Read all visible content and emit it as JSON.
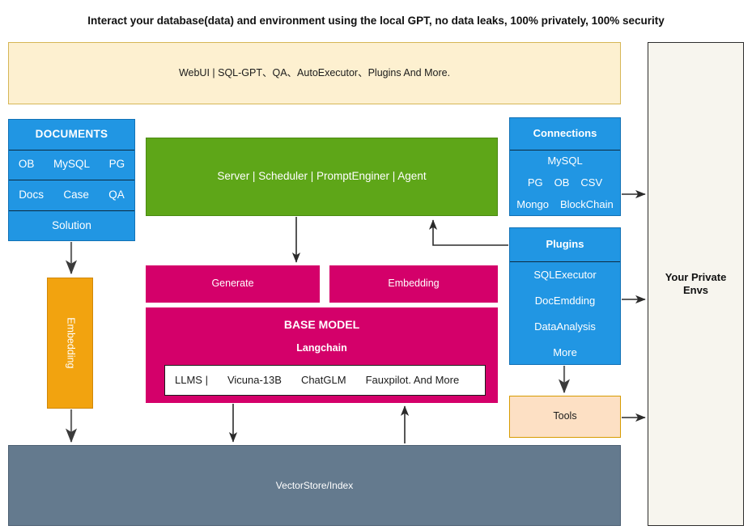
{
  "page_title": "Interact your database(data) and environment using the local GPT, no data leaks, 100% privately, 100% security",
  "banner": {
    "webui_label": "WebUI | SQL-GPT、QA、AutoExecutor、Plugins And More."
  },
  "documents": {
    "title": "DOCUMENTS",
    "row_db": [
      "OB",
      "MySQL",
      "PG"
    ],
    "row_docs": [
      "Docs",
      "Case",
      "QA"
    ],
    "row_solution": "Solution"
  },
  "embedding_vertical": {
    "label": "Embedding"
  },
  "server": {
    "label": "Server | Scheduler | PromptEnginer | Agent"
  },
  "pipeline": {
    "generate_label": "Generate",
    "embedding_label": "Embedding"
  },
  "base_model": {
    "title": "BASE MODEL",
    "framework": "Langchain",
    "llms_prefix": "LLMS |",
    "llms": [
      "Vicuna-13B",
      "ChatGLM",
      "Fauxpilot. And More"
    ]
  },
  "connections": {
    "title": "Connections",
    "row1": [
      "MySQL"
    ],
    "row2": [
      "PG",
      "OB",
      "CSV"
    ],
    "row3": [
      "Mongo",
      "BlockChain"
    ]
  },
  "plugins": {
    "title": "Plugins",
    "items": [
      "SQLExecutor",
      "DocEmdding",
      "DataAnalysis",
      "More"
    ]
  },
  "tools": {
    "label": "Tools"
  },
  "vectorstore": {
    "label": "VectorStore/Index"
  },
  "private_envs": {
    "line1": "Your Private",
    "line2": "Envs"
  },
  "colors": {
    "banner_fill": "#fdf0d0",
    "banner_border": "#d6b656",
    "blue": "#2196e3",
    "green": "#5ea618",
    "magenta": "#d4006a",
    "orange": "#f2a30f",
    "tools_fill": "#fde0c4",
    "tools_border": "#d79b00",
    "slate": "#647a8e",
    "private_env_fill": "#f7f5ee"
  }
}
